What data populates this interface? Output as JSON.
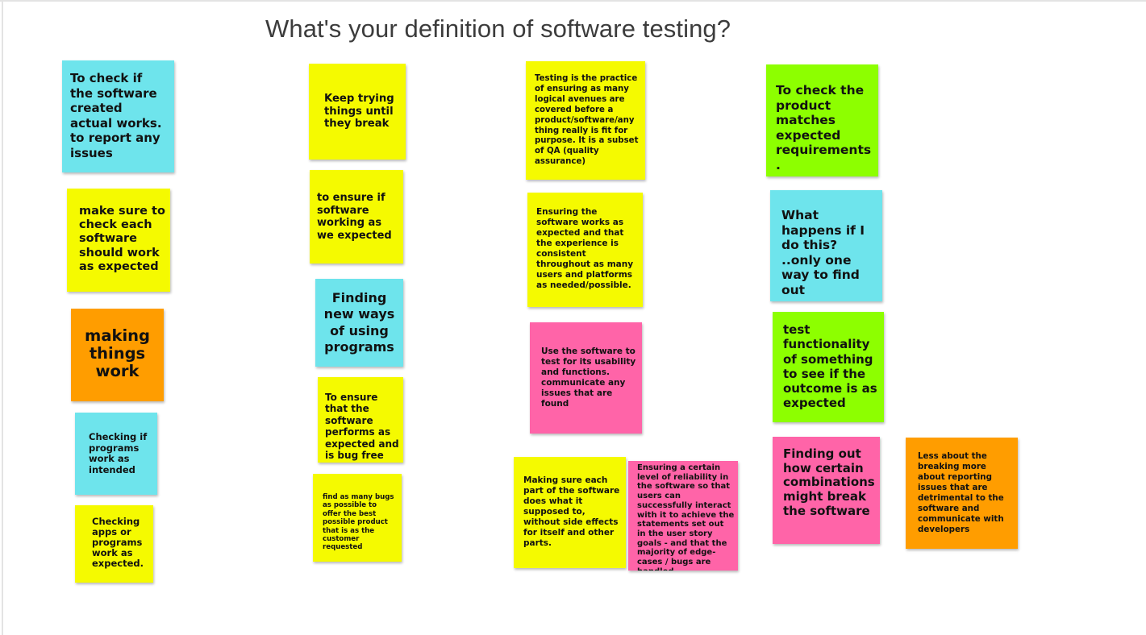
{
  "board": {
    "title": "What's your definition of software testing?"
  },
  "notes": {
    "n1": "To check if the software created actual works. to report any issues",
    "n2": "make sure to check each software should work as expected",
    "n3": "making things work",
    "n4": "Checking if programs work as intended",
    "n5": "Checking apps or programs work as expected.",
    "n6": "Keep trying things until they break",
    "n7": "to ensure if software working as we expected",
    "n8": "Finding new ways of using programs",
    "n9": "To ensure that the software performs as expected and is bug free",
    "n10": "find as many bugs as possible to offer the best possible product that is as the customer requested",
    "n11": "Testing is the practice of ensuring as many logical avenues are covered before a product/software/any thing really is fit for purpose. It is a subset of QA (quality assurance)",
    "n12": "Ensuring the software works as expected and that the experience is consistent throughout as many users and platforms as needed/possible.",
    "n13": "Use the software to test for its usability and functions. communicate any issues that are found",
    "n14": "Making sure each part of the software does what it supposed to, without side effects for itself and other parts.",
    "n15": "Ensuring a certain level of reliability in the software so that users can successfully interact with it to achieve the statements set out in the user story goals - and that the majority of edge-cases / bugs are handled",
    "n16": "To check the product matches expected requirements.",
    "n17": "What happens if I do this? ..only one way to find out",
    "n18": "test functionality of something to see if the outcome is as expected",
    "n19": "Finding out how certain combinations might break the software",
    "n20": "Less about the breaking more about reporting issues that are detrimental to the software and communicate with developers"
  },
  "colors": {
    "yellow": "#f5fa00",
    "cyan": "#6ee4ec",
    "orange": "#ff9d00",
    "green": "#8dff00",
    "pink": "#ff64a8"
  }
}
